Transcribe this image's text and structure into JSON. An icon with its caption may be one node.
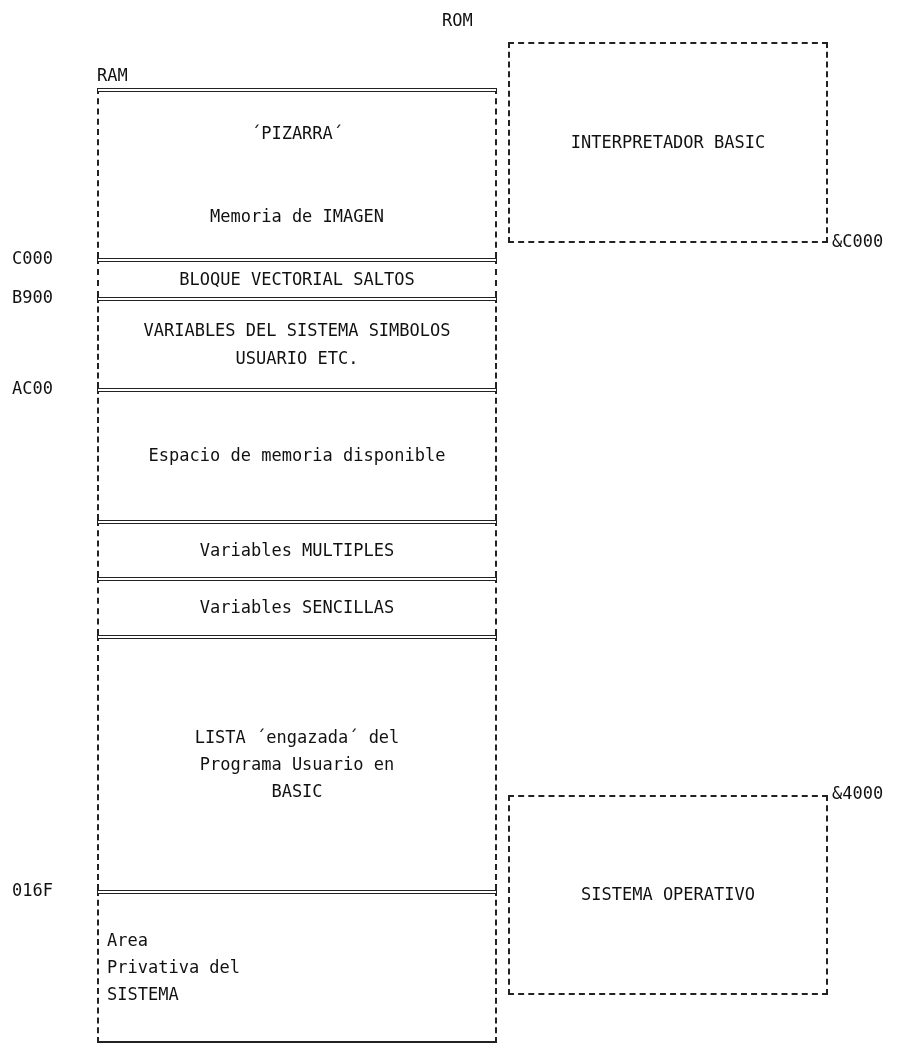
{
  "diagram": {
    "nodes": [
      {
        "text": [
          "´PIZARRA´",
          "Memoria de IMAGEN"
        ]
      },
      {
        "text": [
          "BLOQUE VECTORIAL SALTOS"
        ]
      },
      {
        "text": [
          "VARIABLES DEL SISTEMA SIMBOLOS USUARIO ETC."
        ]
      },
      {
        "text": [
          "Espacio de memoria disponible"
        ]
      },
      {
        "text": [
          "Variables MULTIPLES"
        ]
      },
      {
        "text": [
          "Variables SENCILLAS"
        ]
      },
      {
        "text": [
          "LISTA ´engazada´ del Programa Usuario en BASIC"
        ]
      },
      {
        "text": [
          "Area Privativa del SISTEMA"
        ]
      },
      {
        "text": [
          "INTERPRETADOR BASIC"
        ]
      },
      {
        "text": [
          "SISTEMA OPERATIVO"
        ]
      }
    ],
    "labels": [
      "ROM",
      "RAM",
      "&C000",
      "C000",
      "B900",
      "AC00",
      "&4000",
      "016F"
    ]
  }
}
